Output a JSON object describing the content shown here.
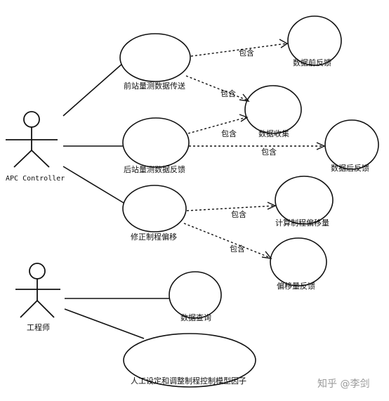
{
  "actors": {
    "apc": {
      "label": "APC Controller"
    },
    "engineer": {
      "label": "工程师"
    }
  },
  "use_cases": {
    "front_station_transfer": "前站量测数据传送",
    "front_feedback": "数据前反馈",
    "data_collection": "数据收集",
    "rear_station_feedback": "后站量测数据反馈",
    "rear_feedback": "数据后反馈",
    "correct_offset": "修正制程偏移",
    "calc_offset": "计算制程偏移量",
    "offset_feedback": "偏移量反馈",
    "data_query": "数据查询",
    "manual_set": "人工设定和调整制程控制模型因子"
  },
  "relations": {
    "include_label": "包含"
  },
  "watermark": "知乎 @李剑"
}
